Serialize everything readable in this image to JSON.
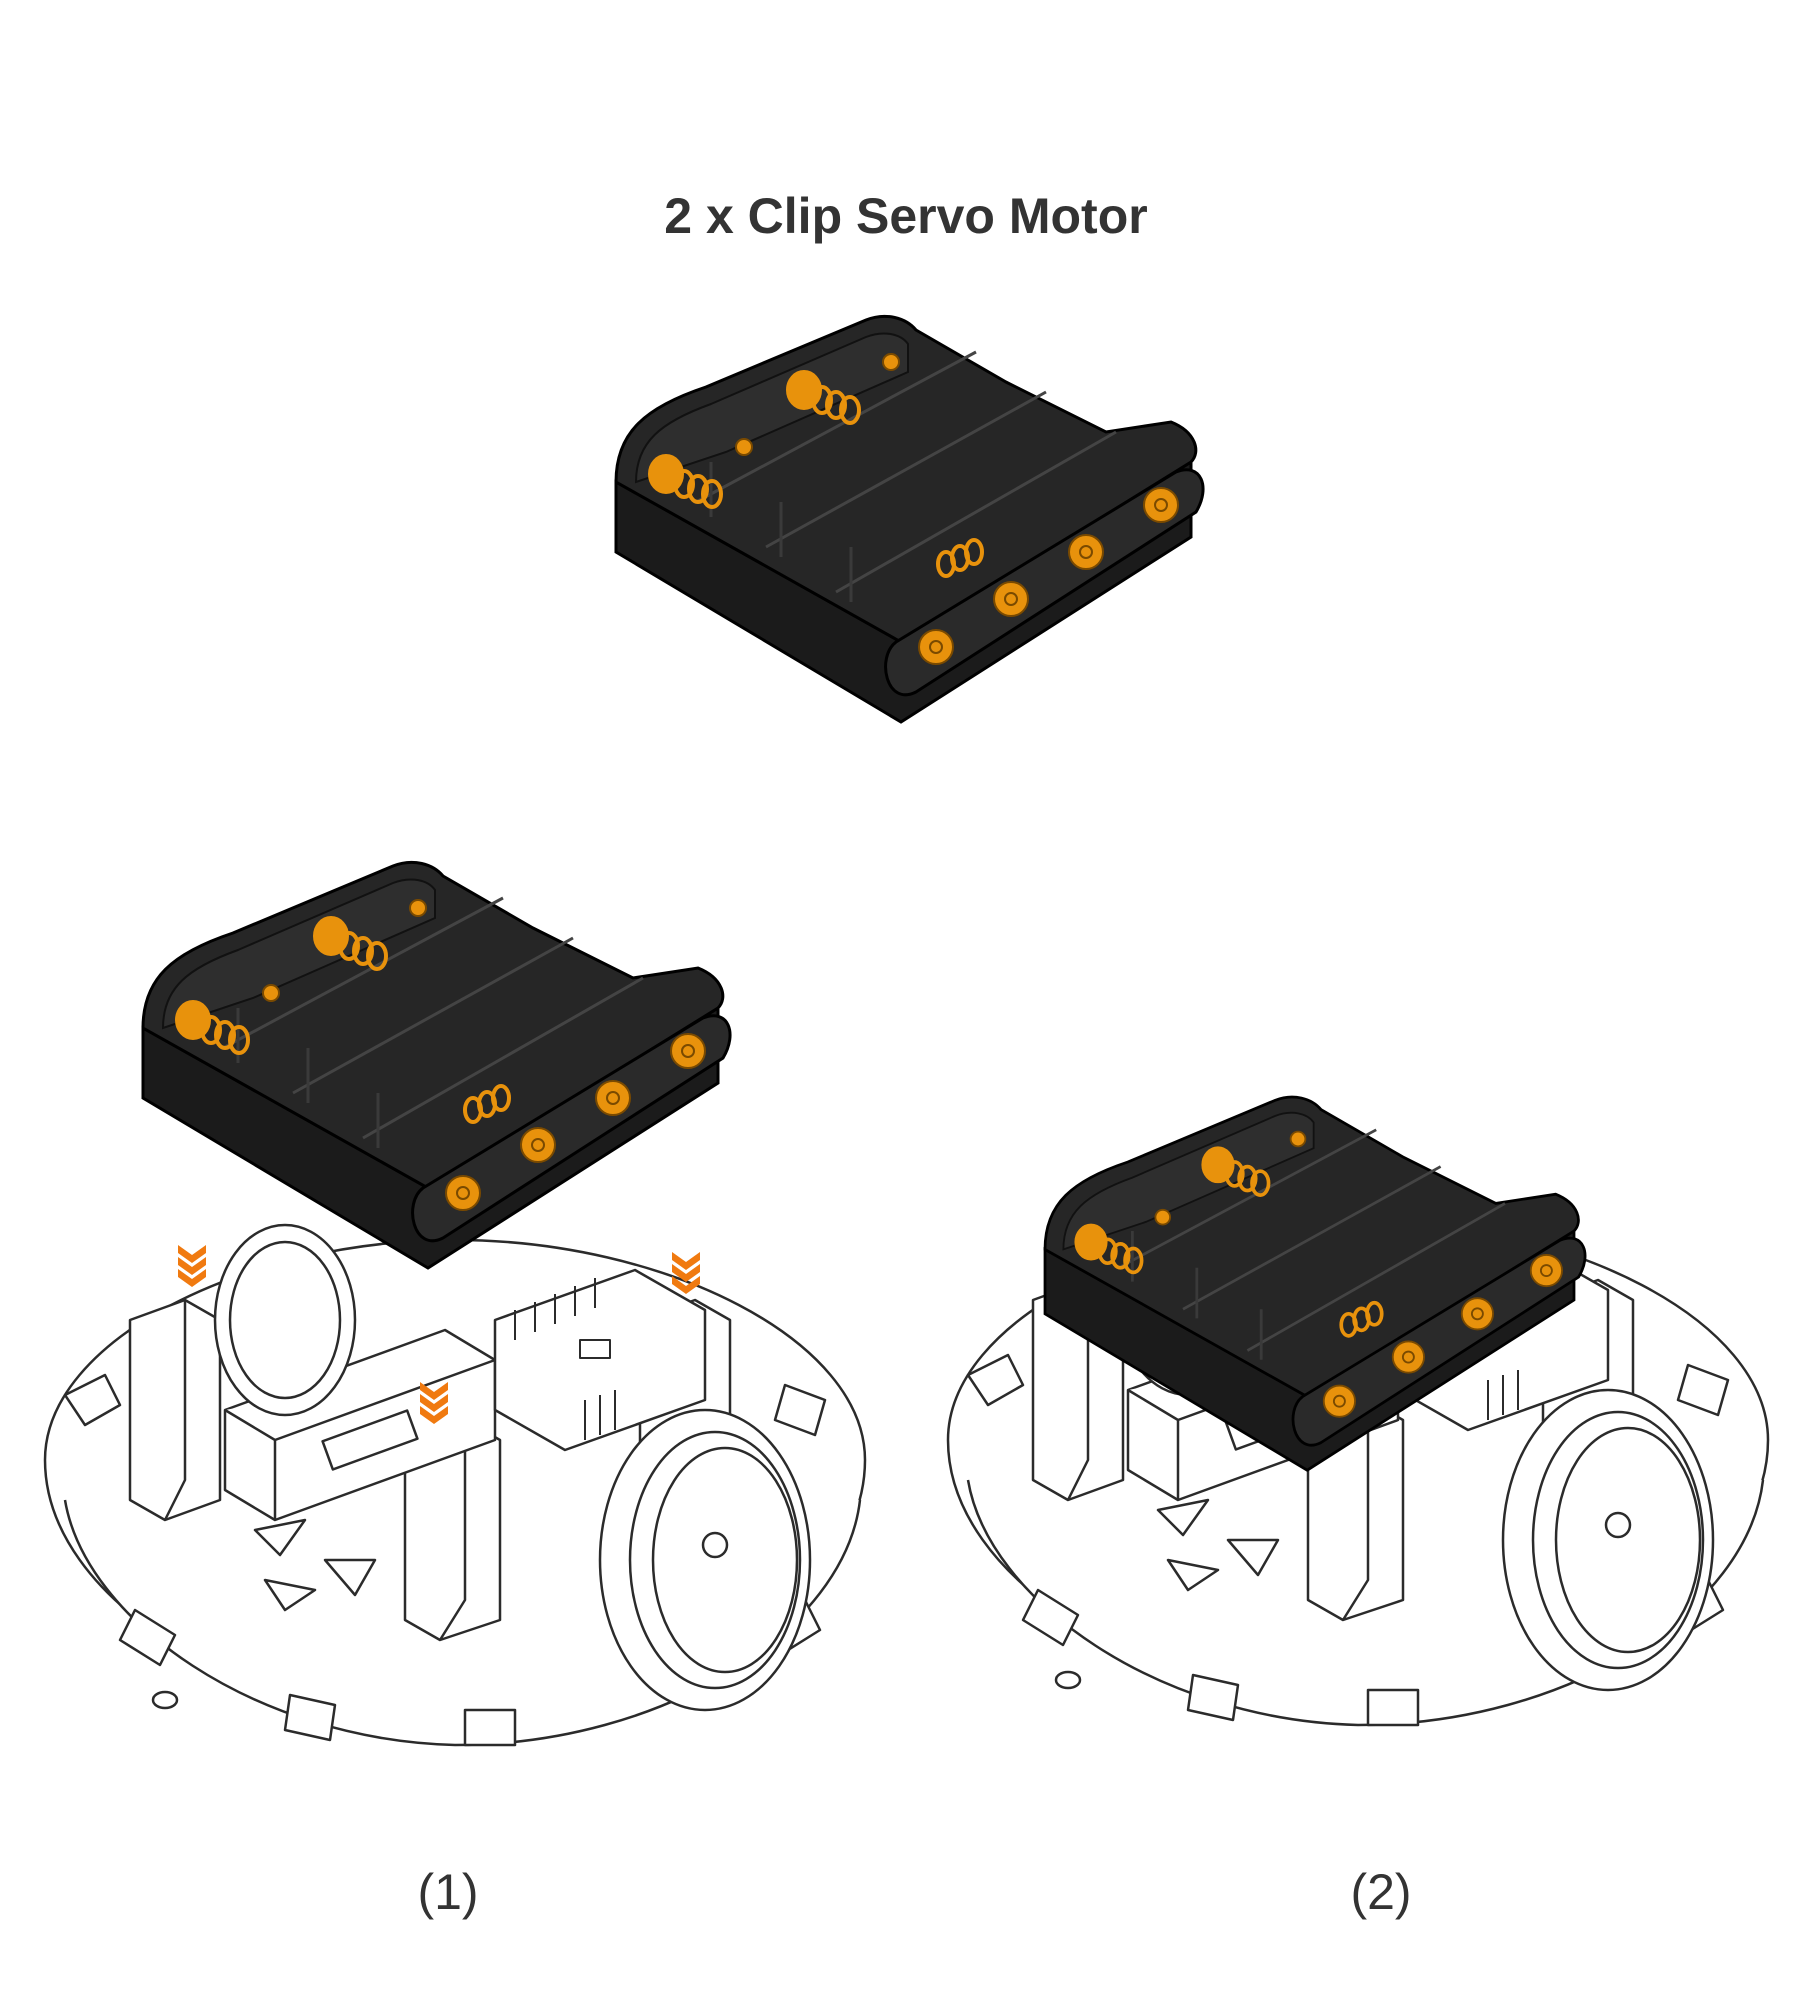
{
  "header": {
    "title": "2 x Clip Servo Motor"
  },
  "steps": [
    {
      "label": "(1)"
    },
    {
      "label": "(2)"
    }
  ],
  "colors": {
    "holder_body": "#222222",
    "holder_edge": "#000000",
    "contact": "#e8920c",
    "arrow": "#f07a10",
    "outline": "#2b2b2b",
    "text": "#333333"
  },
  "icons": [
    "battery-holder-icon",
    "robot-chassis-icon",
    "down-arrow-icon"
  ]
}
